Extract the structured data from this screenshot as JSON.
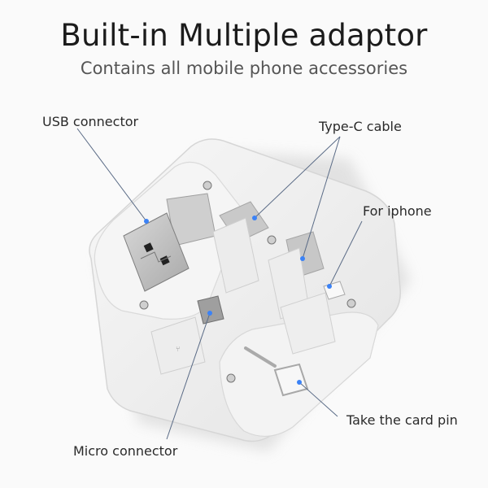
{
  "header": {
    "title": "Built-in Multiple adaptor",
    "subtitle": "Contains all mobile phone accessories"
  },
  "callouts": [
    {
      "id": "usb",
      "label": "USB connector"
    },
    {
      "id": "typec",
      "label": "Type-C cable"
    },
    {
      "id": "iphone",
      "label": "For iphone"
    },
    {
      "id": "pin",
      "label": "Take the card pin"
    },
    {
      "id": "micro",
      "label": "Micro connector"
    }
  ],
  "colors": {
    "background": "#fafafa",
    "title": "#1b1b1b",
    "subtitle": "#555555",
    "pointer_line": "#5a6b86",
    "pointer_dot": "#3b82f6",
    "product_white": "#f2f2f2",
    "metal": "#b9b9b9"
  }
}
